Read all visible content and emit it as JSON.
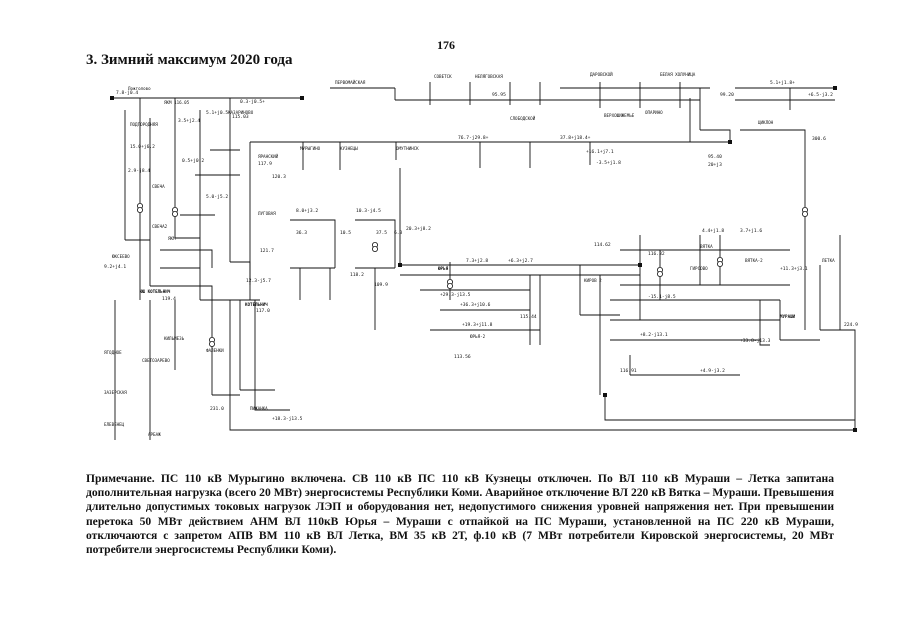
{
  "page_number": "176",
  "title": "3. Зимний максимум 2020 года",
  "note": "Примечание. ПС 110 кВ Мурыгино включена. СВ 110 кВ ПС 110 кВ Кузнецы отключен. По ВЛ 110 кВ Мураши – Летка запитана дополнительная нагрузка (всего 20 МВт) энергосистемы Республики Коми. Аварийное отключение ВЛ 220 кВ Вятка – Мураши. Превышения длительно допустимых токовых нагрузок ЛЭП и оборудования нет, недопустимого снижения уровней напряжения нет. При превышении перетока 50 МВт действием АНМ ВЛ 110кВ Юрья – Мураши с отпайкой на ПС Мураши, установленной на ПС 220 кВ Мураши, отключаются с запретом АПВ ВМ 110 кВ ВЛ Летка, ВМ 35 кВ 2Т, ф.10 кВ (7 МВт потребители Кировской энергосистемы, 20 МВт потребители энергосистемы Республики Коми).",
  "diagram": {
    "labels": [
      {
        "id": "l1",
        "t": "7.8-j0.4"
      },
      {
        "id": "l2",
        "t": "Ложголово"
      },
      {
        "id": "l3",
        "t": "ЯКМ 116.05"
      },
      {
        "id": "l4",
        "t": "0.3-j0.5+"
      },
      {
        "id": "l5",
        "t": "5.1+j0.5"
      },
      {
        "id": "l6",
        "t": "ПОДГОРОДНЯЯ"
      },
      {
        "id": "l7",
        "t": "3.5+j2.4"
      },
      {
        "id": "l8",
        "t": "15.0+j6.2"
      },
      {
        "id": "l9",
        "t": "КАЗАРИНОВО"
      },
      {
        "id": "l10",
        "t": "0.5+j0.2"
      },
      {
        "id": "l11",
        "t": "2.9-j8.4"
      },
      {
        "id": "l12",
        "t": "ЯРАНСКИЙ"
      },
      {
        "id": "l13",
        "t": "5.0-j5.2"
      },
      {
        "id": "l14",
        "t": "ЛУГОВАЯ"
      },
      {
        "id": "l15",
        "t": "СВЕЧА"
      },
      {
        "id": "l16",
        "t": "СВЕЧА2"
      },
      {
        "id": "l17",
        "t": "ЮКСЕЕВО"
      },
      {
        "id": "l18",
        "t": "ЯКМ"
      },
      {
        "id": "l19",
        "t": "ЮШ КОТЕЛЬНИЧ"
      },
      {
        "id": "l20",
        "t": "КОТЕЛЬНИЧ"
      },
      {
        "id": "l21",
        "t": "ЯГОДНОЕ"
      },
      {
        "id": "l22",
        "t": "ЗАЗЕРСКАЯ"
      },
      {
        "id": "l23",
        "t": "ЕЛЕВЕНЕЦ"
      },
      {
        "id": "l24",
        "t": "АРБАЖ"
      },
      {
        "id": "l25",
        "t": "КИЛЬМЕЗЬ"
      },
      {
        "id": "l26",
        "t": "ФАЛЕНКИ"
      },
      {
        "id": "l27",
        "t": "СВЕТОЗАРЕВО"
      },
      {
        "id": "l28",
        "t": "ЮРЬЯ"
      },
      {
        "id": "l29",
        "t": "ЮРЬЯ-2"
      },
      {
        "id": "l30",
        "t": "КИРОВ 2"
      },
      {
        "id": "l31",
        "t": "МУРАШИ"
      },
      {
        "id": "l32",
        "t": "ЛЕТКА"
      },
      {
        "id": "l33",
        "t": "СОВЕТСК"
      },
      {
        "id": "l34",
        "t": "ВЯТКА"
      },
      {
        "id": "l35",
        "t": "ВЯТКА-2"
      },
      {
        "id": "l36",
        "t": "ПИЖАНКА"
      },
      {
        "id": "l37",
        "t": "МУРЫГИНО"
      },
      {
        "id": "l38",
        "t": "КУЗНЕЦЫ"
      },
      {
        "id": "l39",
        "t": "ОМУТНИНСК"
      },
      {
        "id": "l40",
        "t": "ВЕРХОШИЖЕМЬЕ"
      },
      {
        "id": "l41",
        "t": "ОПАРИНО"
      },
      {
        "id": "l42",
        "t": "ПЕРВОМАЙСКАЯ"
      },
      {
        "id": "l43",
        "t": "НЕЛЯГОВСКАЯ"
      },
      {
        "id": "l44",
        "t": "ДАРОВСКОЙ"
      },
      {
        "id": "l45",
        "t": "СЛОБОДСКОЙ"
      },
      {
        "id": "l46",
        "t": "ГИРСОВО"
      },
      {
        "id": "l47",
        "t": "ЦИКЛОН"
      },
      {
        "id": "l48",
        "t": "БЕЛАЯ ХОЛУНИЦА"
      },
      {
        "id": "l49",
        "t": "76.7-j29.8+"
      },
      {
        "id": "l50",
        "t": "37.8+j18.4+"
      },
      {
        "id": "l51",
        "t": "+16.1+j7.1"
      },
      {
        "id": "l52",
        "t": "-3.5+j1.8"
      },
      {
        "id": "l53",
        "t": "5.1+j1.8+"
      },
      {
        "id": "l54",
        "t": "+6.5-j3.2"
      },
      {
        "id": "l55",
        "t": "95.95"
      },
      {
        "id": "l56",
        "t": "99.20"
      },
      {
        "id": "l57",
        "t": "300.6"
      },
      {
        "id": "l58",
        "t": "224.9"
      },
      {
        "id": "l59",
        "t": "231.0"
      },
      {
        "id": "l60",
        "t": "115.03"
      },
      {
        "id": "l61",
        "t": "117.9"
      },
      {
        "id": "l62",
        "t": "116.32"
      },
      {
        "id": "l63",
        "t": "+29.3-j13.5"
      },
      {
        "id": "l64",
        "t": "+36.3+j10.6"
      },
      {
        "id": "l65",
        "t": "+19.3+j11.8"
      },
      {
        "id": "l66",
        "t": "-15.1-j8.5"
      },
      {
        "id": "l67",
        "t": "+8.2-j13.1"
      },
      {
        "id": "l68",
        "t": "+33.8-j13.3"
      },
      {
        "id": "l69",
        "t": "7.3+j2.8"
      },
      {
        "id": "l70",
        "t": "+6.3+j2.7"
      },
      {
        "id": "l71",
        "t": "4.4+j1.8"
      },
      {
        "id": "l72",
        "t": "3.7+j1.6"
      },
      {
        "id": "l73",
        "t": "8.0+j3.2"
      },
      {
        "id": "l74",
        "t": "10.3-j4.5"
      },
      {
        "id": "l75",
        "t": "12.3-j5.7"
      },
      {
        "id": "l76",
        "t": "20.3+j8.2"
      },
      {
        "id": "l77",
        "t": "118.2"
      },
      {
        "id": "l78",
        "t": "114.62"
      },
      {
        "id": "l79",
        "t": "113.56"
      },
      {
        "id": "l80",
        "t": "116.91"
      },
      {
        "id": "l81",
        "t": "115.44"
      },
      {
        "id": "l82",
        "t": "36.3"
      },
      {
        "id": "l83",
        "t": "10.5"
      },
      {
        "id": "l84",
        "t": "37.5"
      },
      {
        "id": "l85",
        "t": "6.3"
      },
      {
        "id": "l86",
        "t": "109.9"
      },
      {
        "id": "l87",
        "t": "120.3"
      },
      {
        "id": "l88",
        "t": "121.7"
      },
      {
        "id": "l89",
        "t": "119.4"
      },
      {
        "id": "l90",
        "t": "117.0"
      },
      {
        "id": "l91",
        "t": "95.40"
      },
      {
        "id": "l92",
        "t": "20+j3"
      },
      {
        "id": "l93",
        "t": "+18.3-j13.5"
      },
      {
        "id": "l94",
        "t": "+4.9-j3.2"
      },
      {
        "id": "l95",
        "t": "+11.3+j3.1"
      },
      {
        "id": "l96",
        "t": "9.2+j4.1"
      }
    ]
  }
}
